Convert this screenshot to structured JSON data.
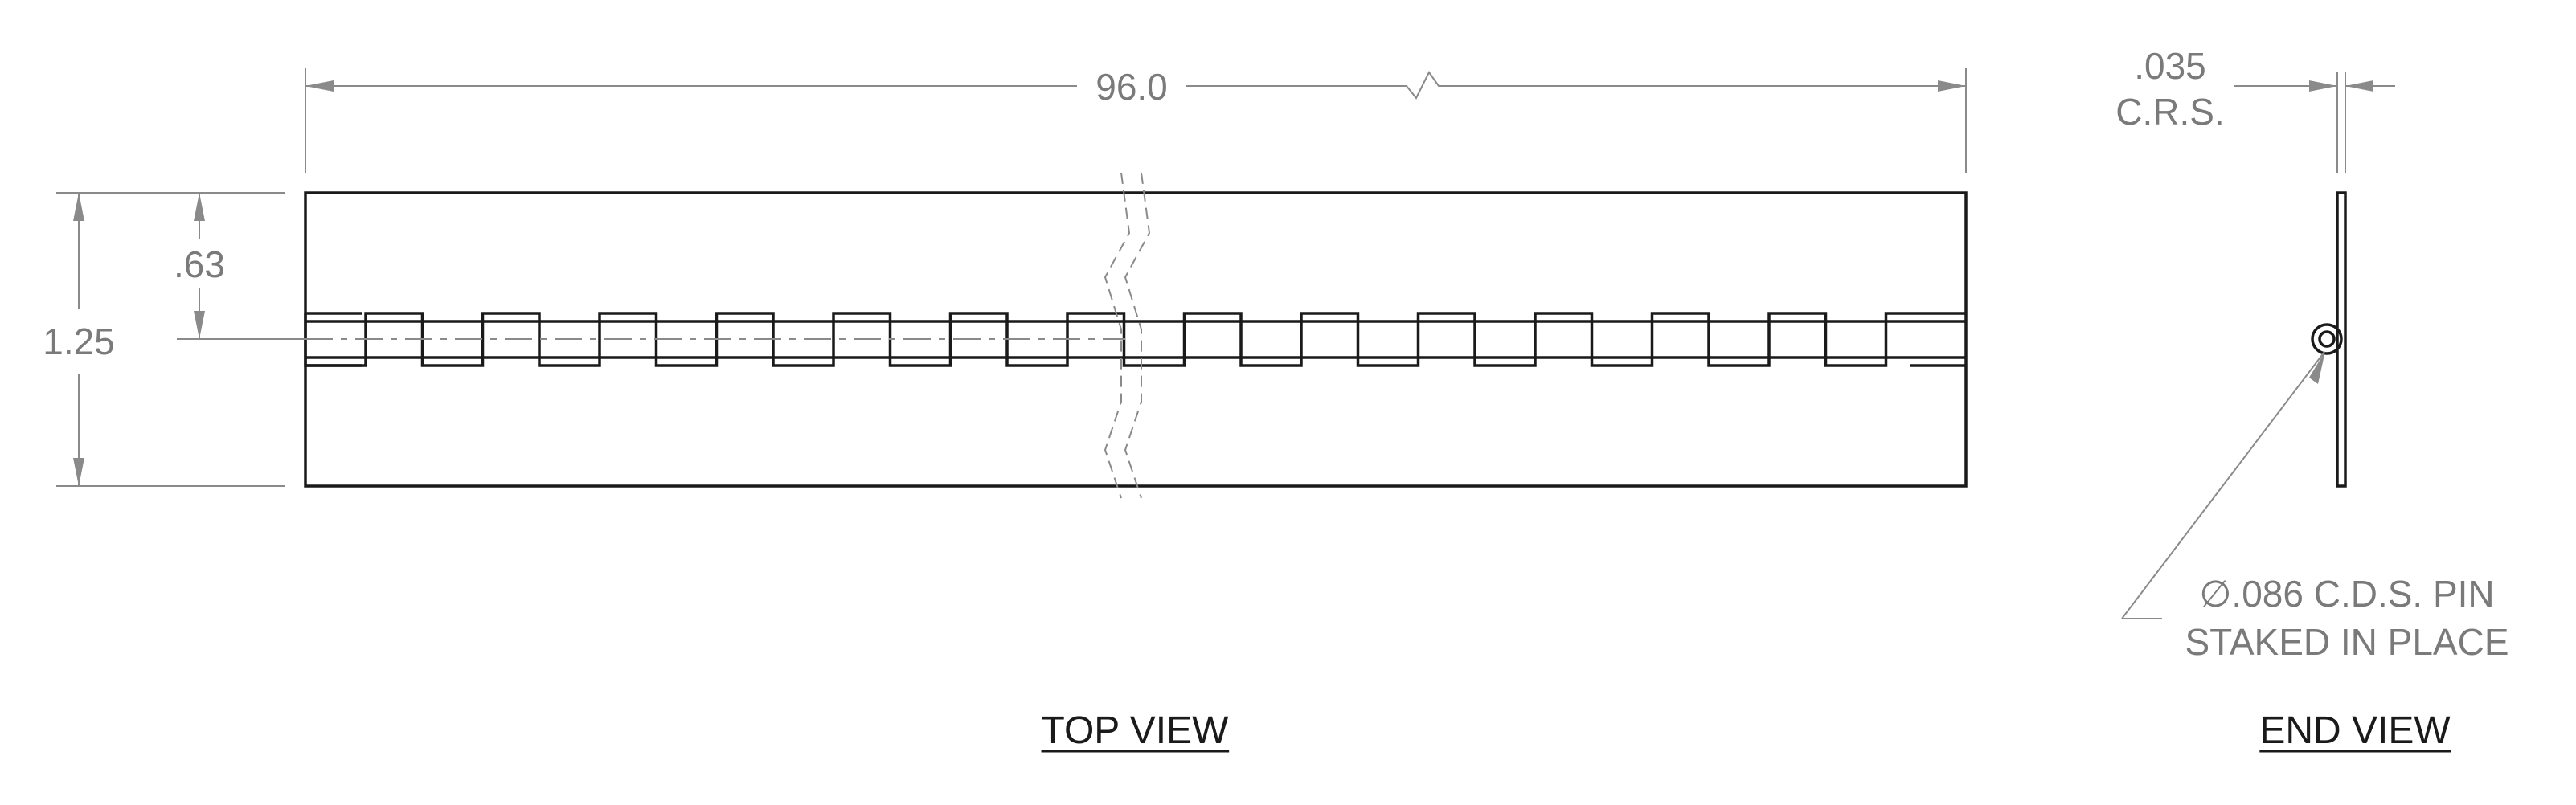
{
  "dimensions": {
    "overall_length": "96.0",
    "overall_width": "1.25",
    "knuckle_centerline": ".63",
    "material_thickness": ".035",
    "material": "C.R.S.",
    "pin_note_line1": "∅.086 C.D.S. PIN",
    "pin_note_line2": "STAKED IN PLACE"
  },
  "views": {
    "top_view_title": "TOP VIEW",
    "end_view_title": "END VIEW"
  },
  "colors": {
    "object_line": "#1a1a1a",
    "dimension_line": "#8a8a8a",
    "dimension_text": "#7a7a7a"
  }
}
